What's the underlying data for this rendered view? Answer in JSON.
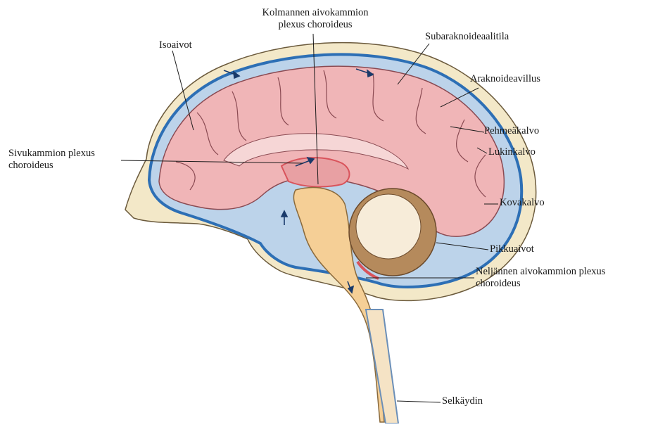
{
  "labels": {
    "isoaivot": "Isoaivot",
    "kolmannen_line1": "Kolmannen aivokammion",
    "kolmannen_line2": "plexus choroideus",
    "subaraknoidea": "Subaraknoideaalitila",
    "araknoidea": "Araknoideavillus",
    "pehmea": "Pehmeäkalvo",
    "lukin": "Lukinkalvo",
    "sivukammion_line1": "Sivukammion plexus",
    "sivukammion_line2": "choroideus",
    "kova": "Kovakalvo",
    "pikku": "Pikkuaivot",
    "neljannen_line1": "Neljännen aivokammion plexus",
    "neljannen_line2": "choroideus",
    "selkaydin": "Selkäydin"
  },
  "colors": {
    "skull": "#f3e8c8",
    "skull_outline": "#6b5a3c",
    "csf_space": "#bcd3ea",
    "dura_blue": "#2d6fb5",
    "brain": "#f0b5b7",
    "brain_outline": "#8a4a52",
    "brainstem": "#f5cf96",
    "cerebellum_white": "#f7ecd9",
    "cerebellum_gray": "#b58a5c",
    "plexus": "#d9535b"
  }
}
